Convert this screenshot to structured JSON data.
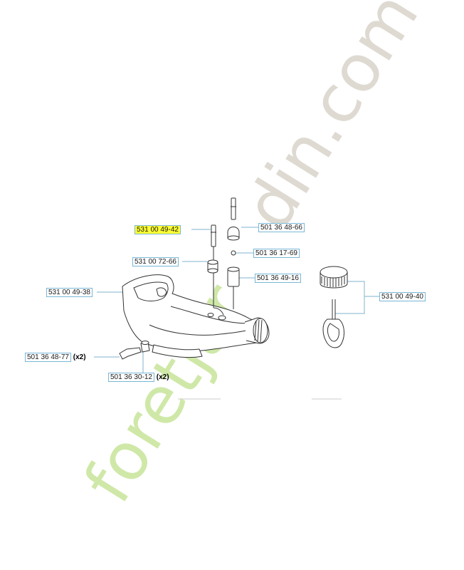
{
  "parts": [
    {
      "id": "p1",
      "number": "531 00 49-42",
      "highlight": true
    },
    {
      "id": "p2",
      "number": "531 00 72-66"
    },
    {
      "id": "p3",
      "number": "531 00 49-38"
    },
    {
      "id": "p4",
      "number": "501 36 48-66"
    },
    {
      "id": "p5",
      "number": "501 36 17-69"
    },
    {
      "id": "p6",
      "number": "501 36 49-16"
    },
    {
      "id": "p7",
      "number": "531 00 49-40"
    },
    {
      "id": "p8",
      "number": "501 36 48-77",
      "qty": "(x2)"
    },
    {
      "id": "p9",
      "number": "501 36 30-12",
      "qty": "(x2)"
    }
  ],
  "watermark": {
    "text": "foretjardin.com",
    "color_green": "#cfe8a8",
    "color_gray": "#dedad2"
  },
  "colors": {
    "highlight": "#ffff33",
    "label_border": "#79b7d6",
    "leader": "#7fb3cf",
    "drawing": "#333333"
  }
}
